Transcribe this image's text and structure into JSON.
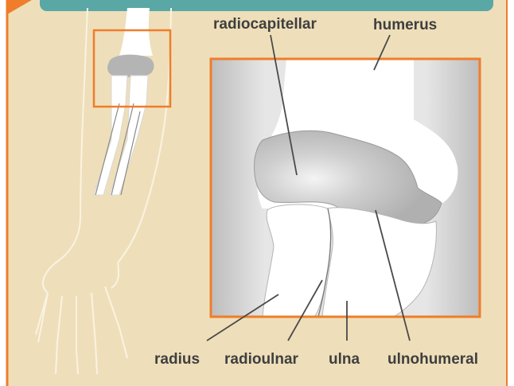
{
  "diagram": {
    "labels": {
      "radiocapitellar": "radiocapitellar",
      "humerus": "humerus",
      "radius": "radius",
      "radioulnar": "radioulnar",
      "ulna": "ulna",
      "ulnohumeral": "ulnohumeral"
    },
    "colors": {
      "background": "#eedfba",
      "frame_orange": "#ef7d2b",
      "banner_teal": "#5aa8a5",
      "bone": "#ffffff",
      "cartilage_gray": "#b4b4b4",
      "outline": "#4a4a4a",
      "label_text": "#3f3f3f"
    }
  }
}
